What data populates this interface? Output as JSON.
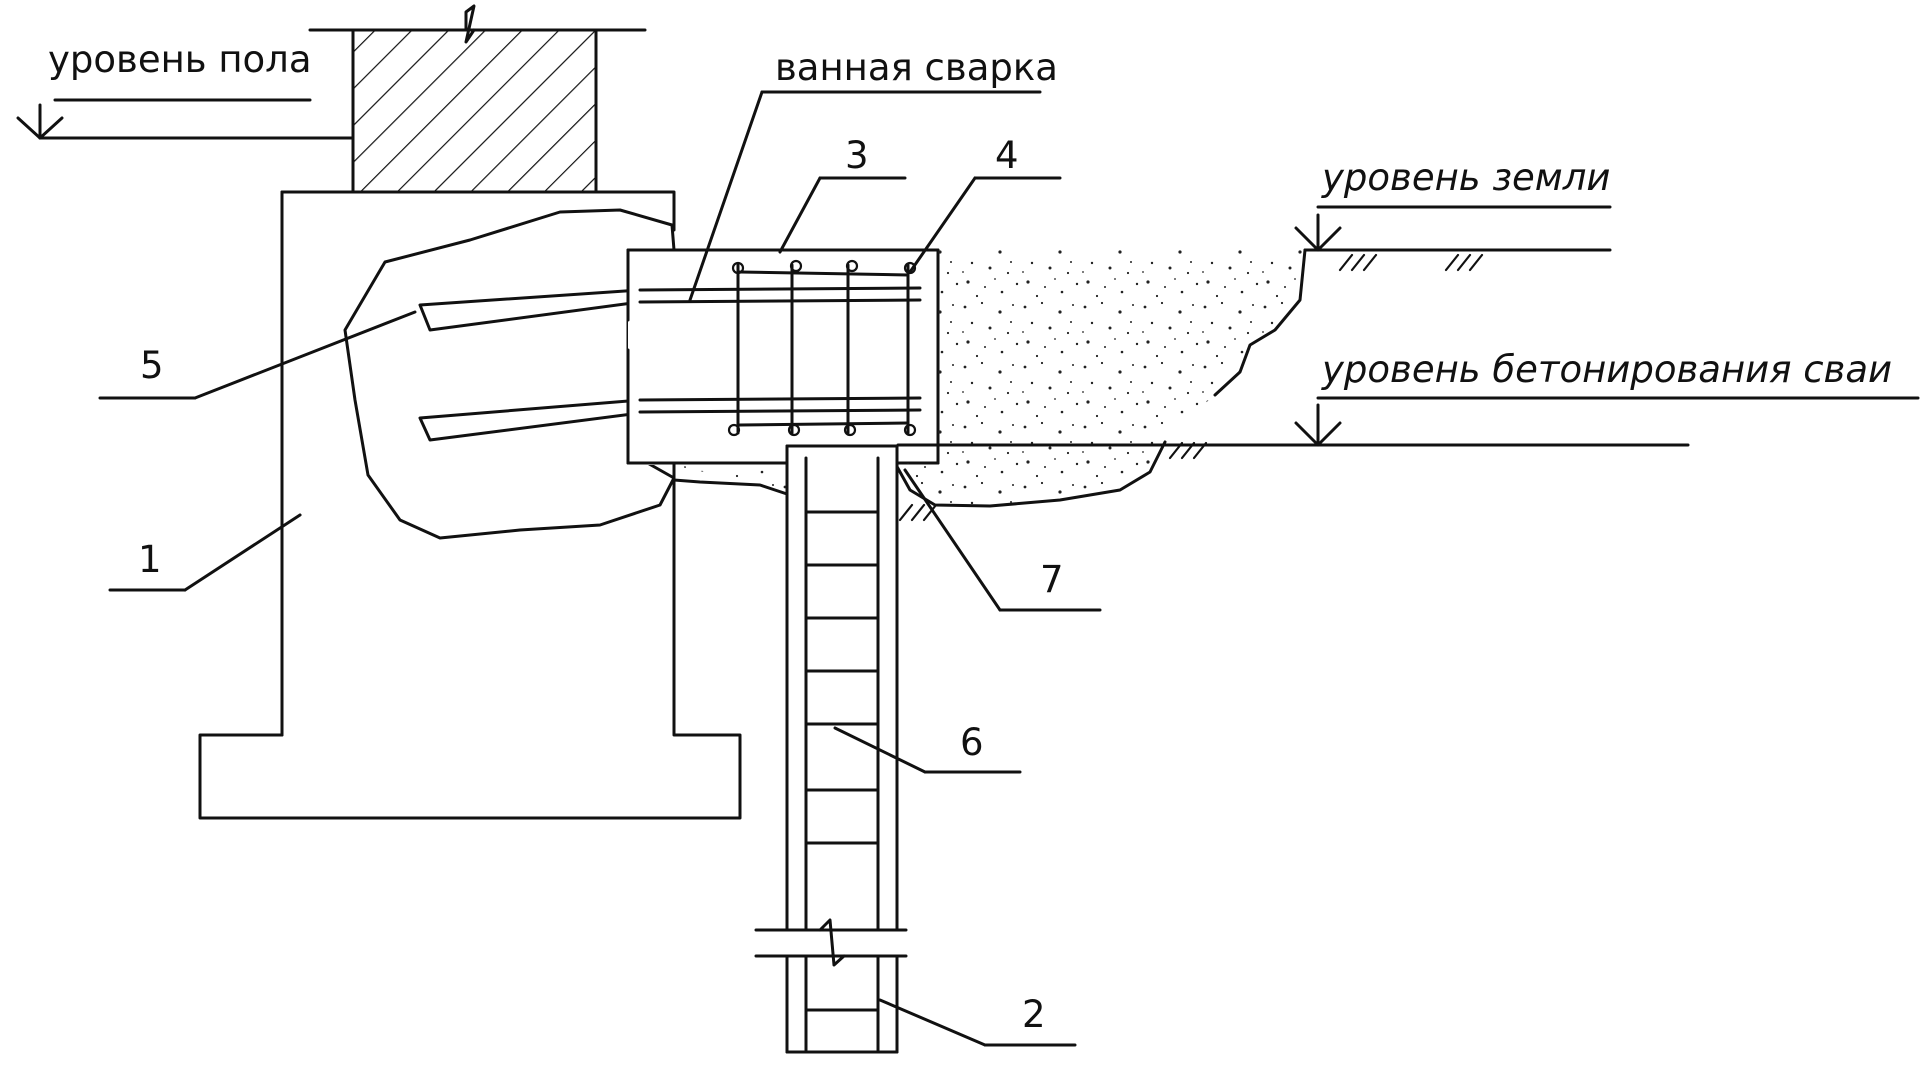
{
  "labels": {
    "floor_level": "уровень пола",
    "bath_welding": "ванная сварка",
    "ground_level": "уровень земли",
    "pile_concreting_level": "уровень бетонирования сваи",
    "callout_1": "1",
    "callout_2": "2",
    "callout_3": "3",
    "callout_4": "4",
    "callout_5": "5",
    "callout_6": "6",
    "callout_7": "7"
  },
  "colors": {
    "ink": "#111111",
    "background": "#ffffff"
  }
}
